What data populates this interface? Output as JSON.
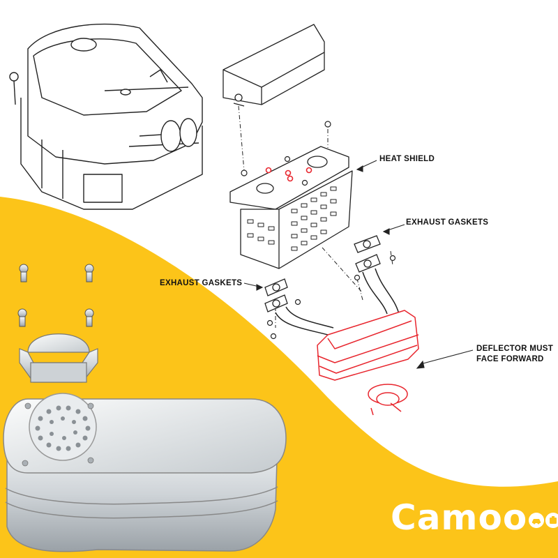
{
  "labels": {
    "heat_shield": "HEAT SHIELD",
    "exhaust_gaskets_upper": "EXHAUST GASKETS",
    "exhaust_gaskets_lower": "EXHAUST GASKETS",
    "deflector_line1": "DEFLECTOR MUST",
    "deflector_line2": "FACE FORWARD"
  },
  "brand": {
    "name": "Camoo"
  },
  "colors": {
    "accent_yellow": "#fcc419",
    "highlight_red": "#e8262e",
    "line_dark": "#222222",
    "metal": "#d9dde0"
  }
}
